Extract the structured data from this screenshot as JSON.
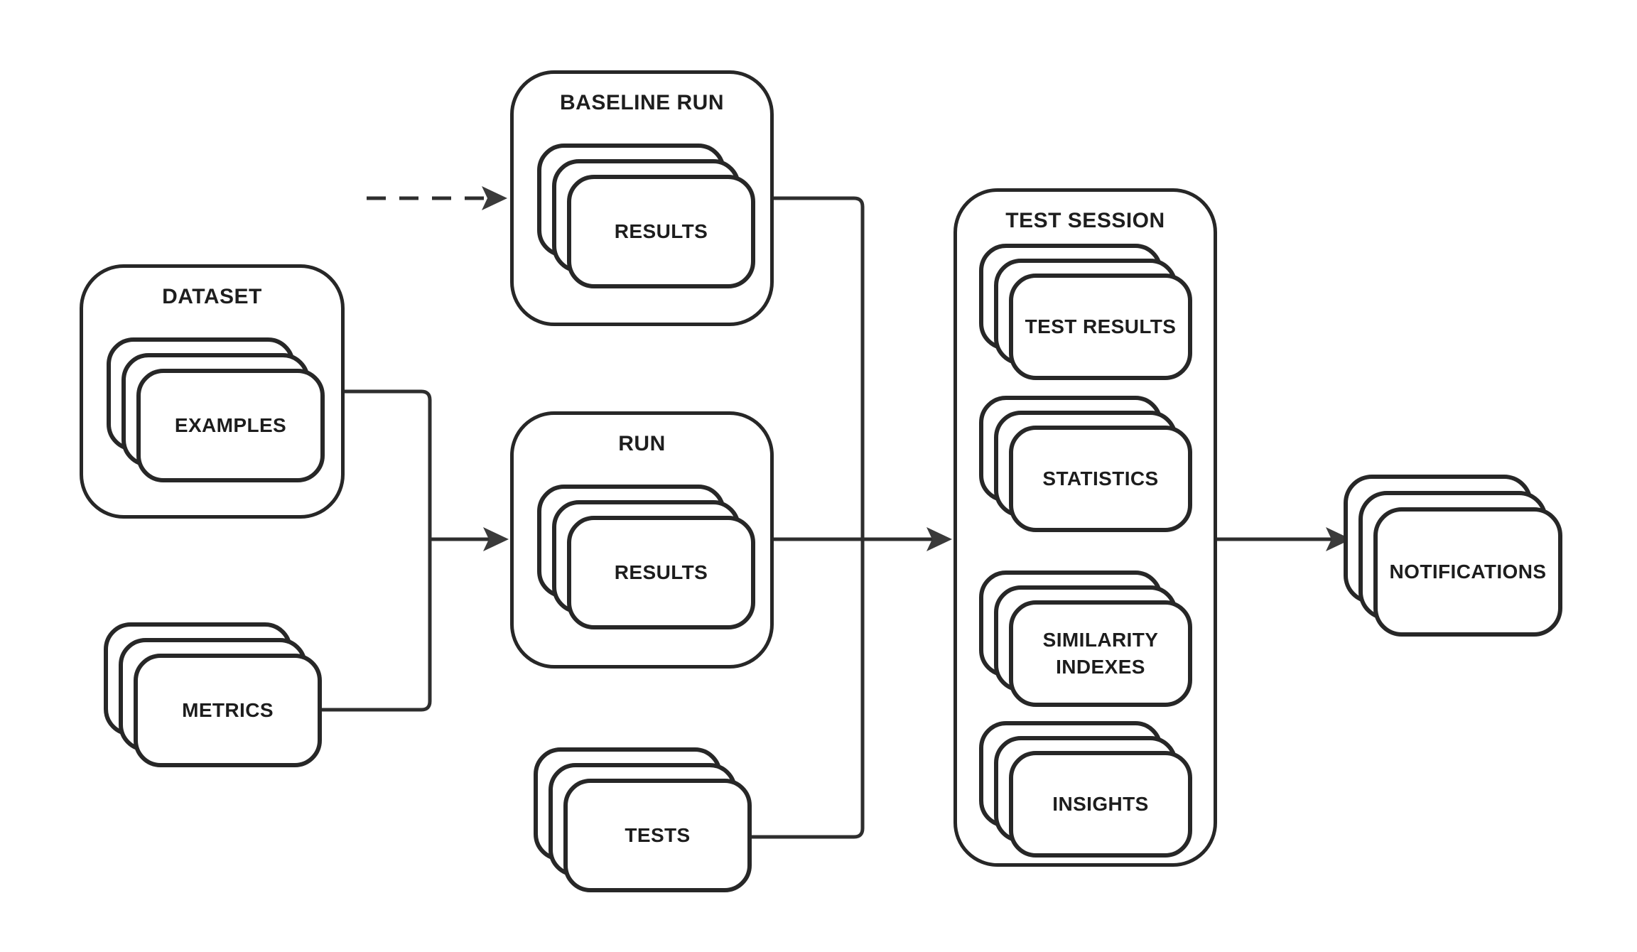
{
  "diagram": {
    "background": "#ffffff",
    "ink": "#2e2e2e",
    "text_color": "#1d1d1d",
    "nodes": {
      "dataset": {
        "title": "DATASET",
        "card": "EXAMPLES"
      },
      "metrics": {
        "card": "METRICS"
      },
      "baseline_run": {
        "title": "BASELINE RUN",
        "card": "RESULTS"
      },
      "run": {
        "title": "RUN",
        "card": "RESULTS"
      },
      "tests": {
        "card": "TESTS"
      },
      "test_session": {
        "title": "TEST SESSION",
        "cards": [
          "TEST RESULTS",
          "STATISTICS",
          "SIMILARITY INDEXES",
          "INSIGHTS"
        ]
      },
      "notifications": {
        "card": "NOTIFICATIONS"
      }
    },
    "edges": [
      {
        "from": "external",
        "to": "baseline_run",
        "style": "dashed-arrow"
      },
      {
        "from": "dataset",
        "to": "run",
        "style": "solid-arrow"
      },
      {
        "from": "metrics",
        "to": "run",
        "style": "solid-arrow"
      },
      {
        "from": "baseline_run",
        "to": "test_session",
        "style": "solid-arrow"
      },
      {
        "from": "run",
        "to": "test_session",
        "style": "solid-arrow"
      },
      {
        "from": "tests",
        "to": "test_session",
        "style": "solid-arrow"
      },
      {
        "from": "test_session",
        "to": "notifications",
        "style": "solid-arrow"
      }
    ]
  }
}
